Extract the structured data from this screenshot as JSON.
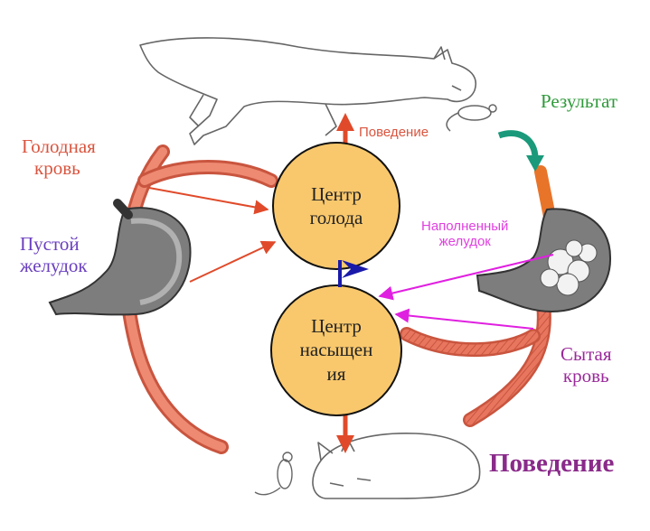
{
  "nodes": {
    "hunger_center": {
      "line1": "Центр",
      "line2": "голода"
    },
    "satiety_center": {
      "line1": "Центр",
      "line2": "насыщен",
      "line3": "ия"
    }
  },
  "labels": {
    "hungry_blood_1": "Голодная",
    "hungry_blood_2": "кровь",
    "empty_stomach_1": "Пустой",
    "empty_stomach_2": "желудок",
    "behavior_top": "Поведение",
    "result": "Результат",
    "full_stomach_1": "Наполненный",
    "full_stomach_2": "желудок",
    "fed_blood_1": "Сытая",
    "fed_blood_2": "кровь",
    "behavior_bottom": "Поведение"
  },
  "colors": {
    "center_fill": "#f9c86c",
    "center_stroke": "#111111",
    "vessel": "#e8765f",
    "vessel_dark": "#c9553f",
    "hungry_text": "#d9553f",
    "empty_stomach_text": "#6a3fc0",
    "result_text": "#2e9a3a",
    "full_stomach_text": "#e040e0",
    "fed_blood_text": "#9a2a9a",
    "behavior_bottom_text": "#8a2a8a",
    "arrow_red": "#e04a2a",
    "arrow_magenta": "#e020e0",
    "arrow_blue": "#1a1aaa",
    "arrow_teal": "#1a9a7a"
  },
  "icons": [
    "leaping-cat-icon",
    "mouse-icon",
    "sleeping-cat-icon",
    "empty-stomach-icon",
    "full-stomach-icon"
  ]
}
